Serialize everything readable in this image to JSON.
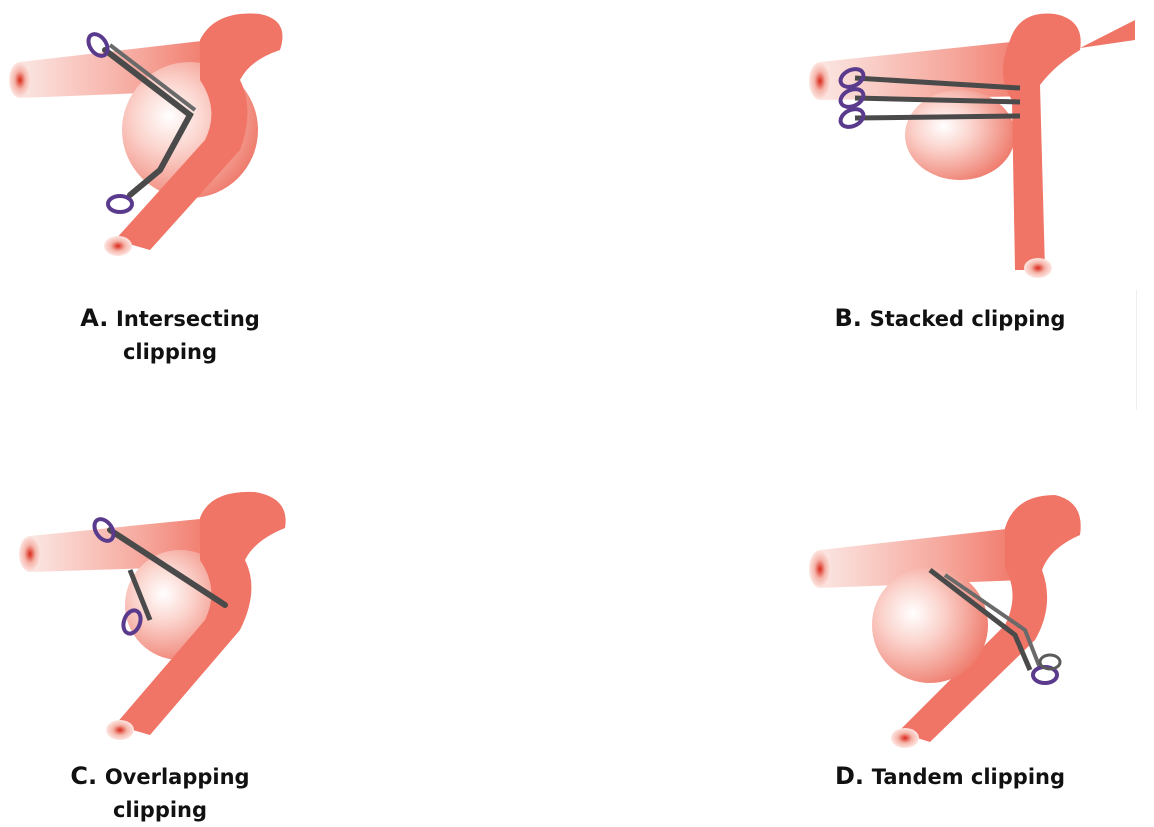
{
  "panels": {
    "a": {
      "letter": "A.",
      "title_line1": "Intersecting",
      "title_line2": "clipping"
    },
    "b": {
      "letter": "B.",
      "title_line1": "Stacked clipping"
    },
    "c": {
      "letter": "C.",
      "title_line1": "Overlapping",
      "title_line2": "clipping"
    },
    "d": {
      "letter": "D.",
      "title_line1": "Tandem clipping"
    }
  },
  "colors": {
    "vessel": "#f07566",
    "vessel_highlight": "#fde3de",
    "aneurysm": "#f08a7a",
    "clip_blade": "#4a4a4a",
    "clip_ring": "#5a3a8c"
  },
  "icons": {
    "vessel": "vessel-illustration",
    "aneurysm": "aneurysm-sphere",
    "clip": "aneurysm-clip-icon"
  }
}
